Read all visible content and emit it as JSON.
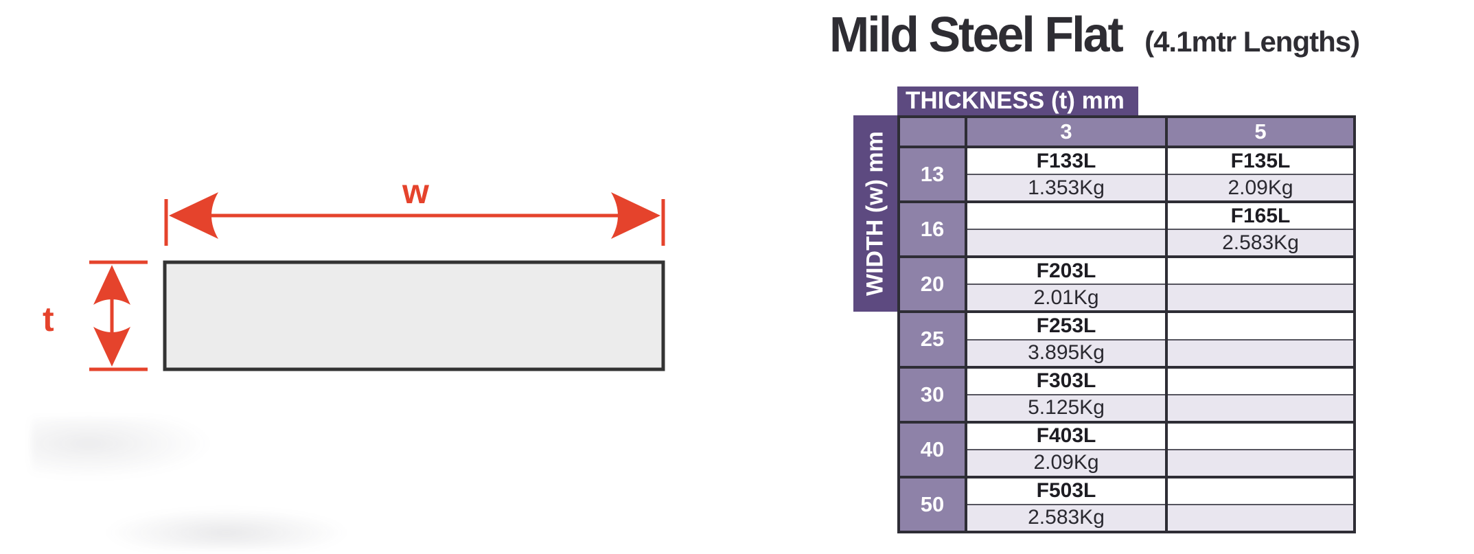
{
  "page": {
    "title": "Mild Steel Flat",
    "title_suffix": "(4.1mtr Lengths)"
  },
  "colors": {
    "accent": "#e5432c",
    "header-bg": "#5d4a80",
    "subheader-bg": "#8e82a8",
    "weight-bg": "#e9e6ef",
    "code-bg": "#ffffff",
    "grid-color": "#2e2d35",
    "title-color": "#2e2d33",
    "bar-fill": "#ececec",
    "bar-border": "#333333"
  },
  "diagram": {
    "width_label": "w",
    "thickness_label": "t"
  },
  "table": {
    "corner_header": "THICKNESS (t) mm",
    "side_header": "WIDTH (w) mm",
    "column_headers": [
      "3",
      "5"
    ],
    "rows": [
      {
        "width": "13",
        "cells": [
          {
            "code": "F133L",
            "weight": "1.353Kg"
          },
          {
            "code": "F135L",
            "weight": "2.09Kg"
          }
        ]
      },
      {
        "width": "16",
        "cells": [
          {
            "code": "",
            "weight": ""
          },
          {
            "code": "F165L",
            "weight": "2.583Kg"
          }
        ]
      },
      {
        "width": "20",
        "cells": [
          {
            "code": "F203L",
            "weight": "2.01Kg"
          },
          {
            "code": "",
            "weight": ""
          }
        ]
      },
      {
        "width": "25",
        "cells": [
          {
            "code": "F253L",
            "weight": "3.895Kg"
          },
          {
            "code": "",
            "weight": ""
          }
        ]
      },
      {
        "width": "30",
        "cells": [
          {
            "code": "F303L",
            "weight": "5.125Kg"
          },
          {
            "code": "",
            "weight": ""
          }
        ]
      },
      {
        "width": "40",
        "cells": [
          {
            "code": "F403L",
            "weight": "2.09Kg"
          },
          {
            "code": "",
            "weight": ""
          }
        ]
      },
      {
        "width": "50",
        "cells": [
          {
            "code": "F503L",
            "weight": "2.583Kg"
          },
          {
            "code": "",
            "weight": ""
          }
        ]
      }
    ]
  }
}
